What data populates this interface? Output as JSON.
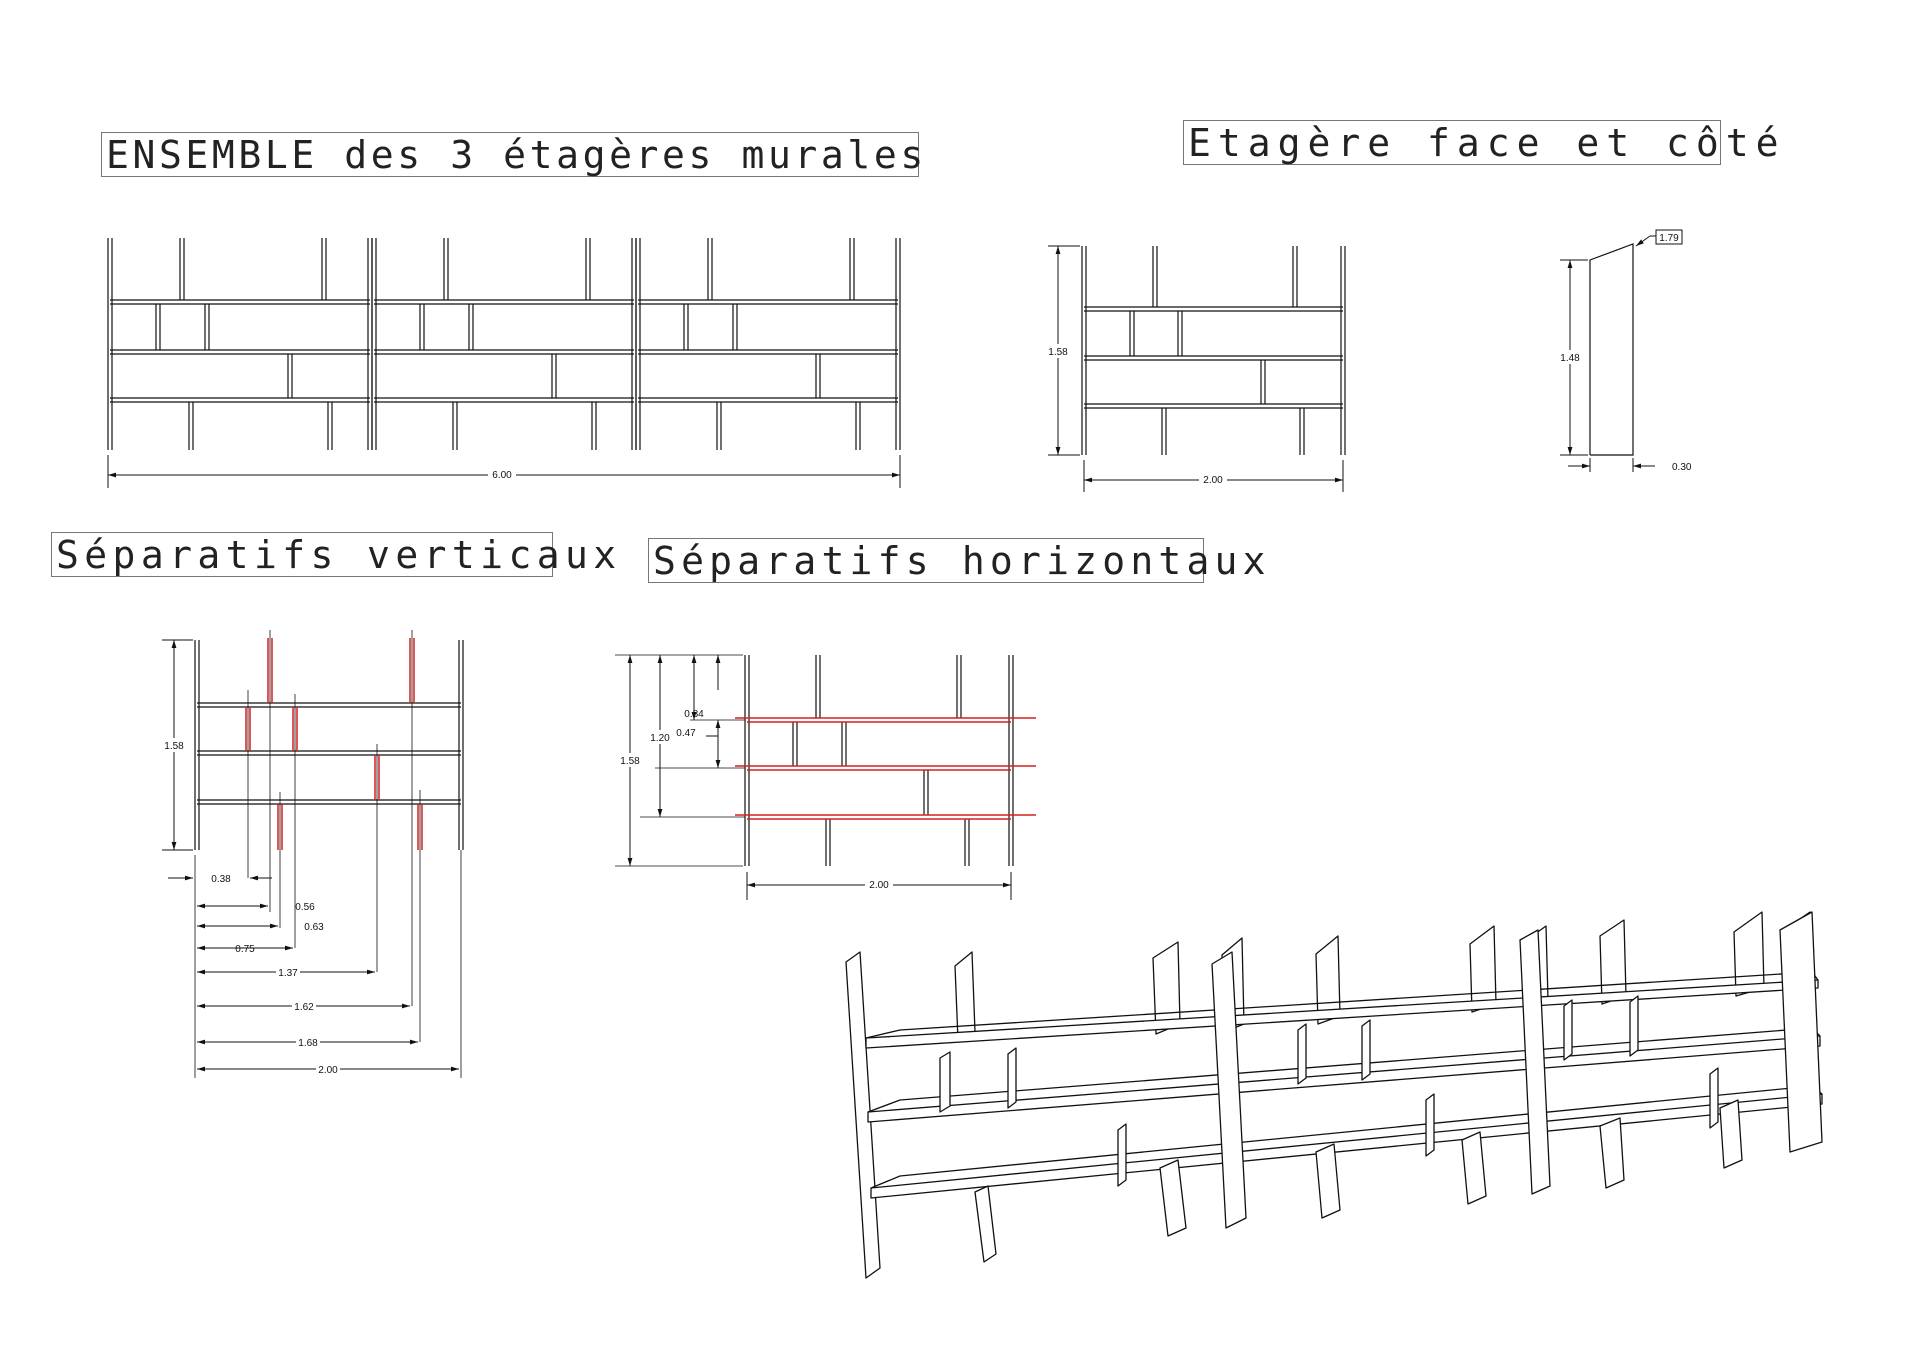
{
  "titles": {
    "ensemble": "ENSEMBLE des 3 étagères murales",
    "face_cote": "Etagère face et côté",
    "verticaux": "Séparatifs verticaux",
    "horizontaux": "Séparatifs horizontaux"
  },
  "ensemble": {
    "width": "6.00"
  },
  "face": {
    "height": "1.58",
    "width": "2.00"
  },
  "cote": {
    "top": "1.79",
    "height": "1.48",
    "depth": "0.30"
  },
  "verticaux": {
    "height": "1.58",
    "offsets": [
      "0.38",
      "0.56",
      "0.63",
      "0.75",
      "1.37",
      "1.62",
      "1.68",
      "2.00"
    ]
  },
  "horizontaux": {
    "height": "1.58",
    "h120": "1.20",
    "h084": "0.84",
    "h047": "0.47",
    "width": "2.00"
  },
  "colors": {
    "line": "#111111",
    "accent": "#d42020"
  }
}
